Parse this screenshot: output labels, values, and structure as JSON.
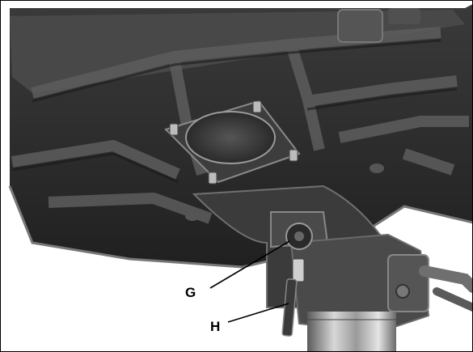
{
  "figure": {
    "callouts": [
      {
        "letter": "G",
        "target": "table-lock-bolt"
      },
      {
        "letter": "H",
        "target": "locking-handle"
      }
    ]
  },
  "colors": {
    "background": "#ffffff",
    "cast_iron_dark": "#2a2a2a",
    "cast_iron_mid": "#4a4a4a",
    "cast_iron_light": "#6a6a6a",
    "column_highlight": "#cfcfcf"
  }
}
